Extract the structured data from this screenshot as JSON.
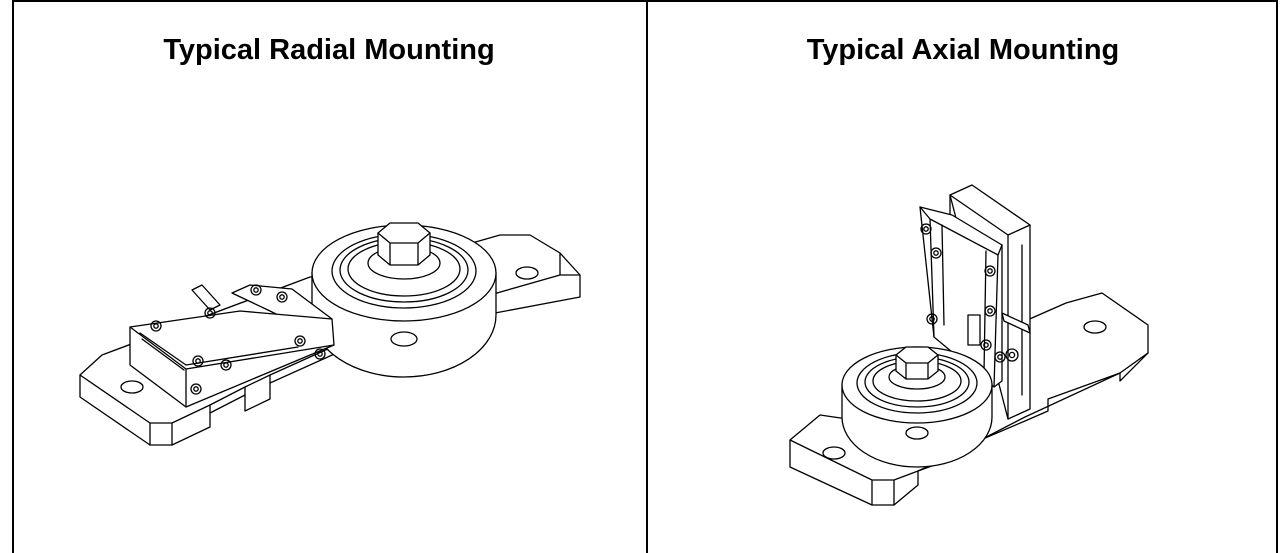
{
  "panels": [
    {
      "title": "Typical Radial Mounting",
      "illustration": "radial-mounting-drawing"
    },
    {
      "title": "Typical Axial Mounting",
      "illustration": "axial-mounting-drawing"
    }
  ],
  "colors": {
    "line": "#000000",
    "background": "#ffffff"
  }
}
